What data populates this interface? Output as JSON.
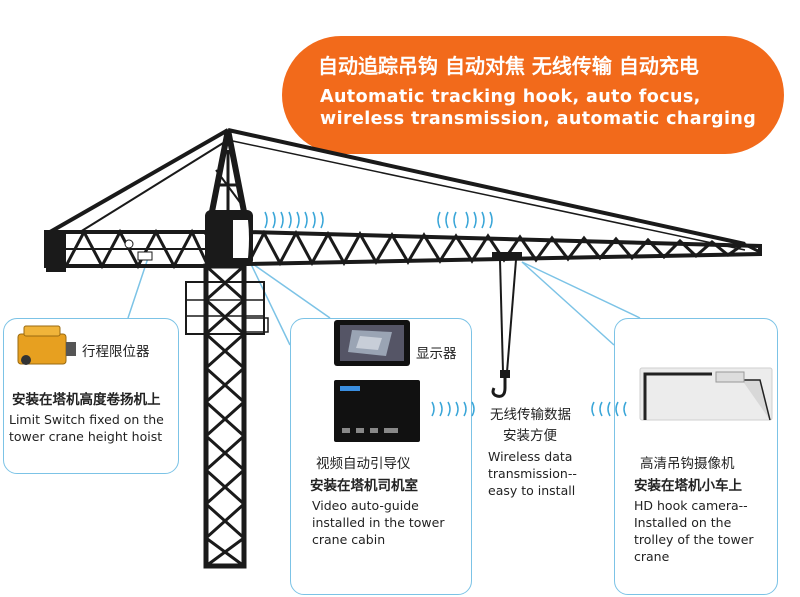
{
  "banner": {
    "title_cn": "自动追踪吊钩 自动对焦  无线传输   自动充电",
    "title_en_line1": "Automatic tracking hook, auto focus,",
    "title_en_line2": "wireless transmission, automatic charging",
    "color": "#f26a1b"
  },
  "limit_switch": {
    "label_cn": "行程限位器",
    "install_cn": "安装在塔机高度卷扬机上",
    "desc_en_line1": "Limit  Switch fixed on the",
    "desc_en_line2": "tower crane height hoist",
    "icon": "limit-switch-device-icon"
  },
  "video_guide": {
    "monitor_label_cn": "显示器",
    "label_cn": "视频自动引导仪",
    "install_cn": "安装在塔机司机室",
    "desc_en_line1": "Video auto-guide",
    "desc_en_line2": "installed in the tower",
    "desc_en_line3": "crane cabin"
  },
  "wireless": {
    "label_cn_line1": "无线传输数据",
    "label_cn_line2": "安装方便",
    "desc_en_line1": "Wireless data",
    "desc_en_line2": "transmission--",
    "desc_en_line3": "easy to install"
  },
  "hook_camera": {
    "label_cn": "高清吊钩摄像机",
    "install_cn": "安装在塔机小车上",
    "desc_en_line1": "HD hook camera--",
    "desc_en_line2": "Installed on the",
    "desc_en_line3": "trolley of the tower",
    "desc_en_line4": "crane"
  },
  "colors": {
    "structure": "#1a1a1a",
    "panel_border": "#7cc3e6",
    "signal": "#3aa6d8"
  }
}
